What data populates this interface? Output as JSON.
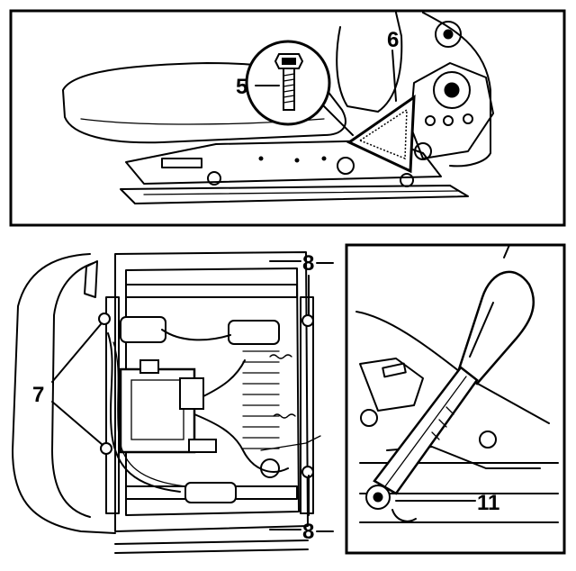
{
  "diagram": {
    "top_panel": {
      "callouts": [
        {
          "id": "5",
          "label": "5"
        },
        {
          "id": "6",
          "label": "6"
        }
      ]
    },
    "bottom_left_panel": {
      "callouts": [
        {
          "id": "7",
          "label": "7"
        },
        {
          "id": "8a",
          "label": "8"
        },
        {
          "id": "8b",
          "label": "8"
        }
      ]
    },
    "bottom_right_panel": {
      "callouts": [
        {
          "id": "11",
          "label": "11"
        }
      ]
    }
  }
}
